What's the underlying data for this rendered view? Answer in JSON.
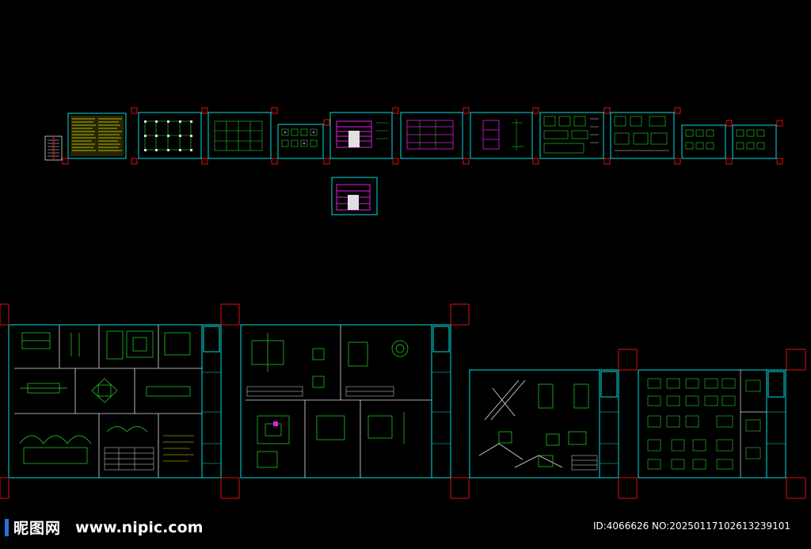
{
  "colors": {
    "background": "#000000",
    "frame": "#00e0e0",
    "marker": "#e01010",
    "detail_green": "#22dd22",
    "detail_white": "#e0e0e0",
    "highlight_yellow": "#e6e600",
    "highlight_magenta": "#e020e0"
  },
  "watermark": {
    "brand": "昵图网",
    "url": "www.nipic.com",
    "id_text": "ID:4066626 NO:20250117102613239101"
  }
}
